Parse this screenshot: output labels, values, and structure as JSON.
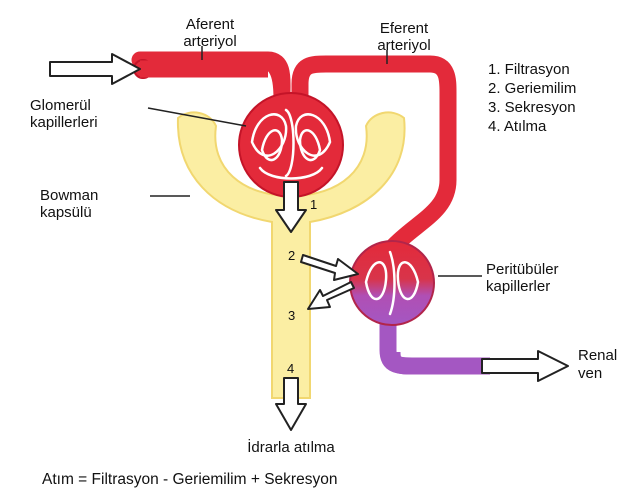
{
  "colors": {
    "background": "#ffffff",
    "blood": "#e32a3a",
    "blood_dark": "#c41428",
    "venous": "#a457c2",
    "capsule": "#fbeea3",
    "capsule_edge": "#f1d770",
    "arrow_fill": "#ffffff",
    "arrow_stroke": "#222222"
  },
  "labels": {
    "afferent_line1": "Aferent",
    "afferent_line2": "arteriyol",
    "efferent_line1": "Eferent",
    "efferent_line2": "arteriyol",
    "glomerul_line1": "Glomerül",
    "glomerul_line2": "kapillerleri",
    "bowman_line1": "Bowman",
    "bowman_line2": "kapsülü",
    "peritubular_line1": "Peritübüler",
    "peritubular_line2": "kapillerler",
    "renal_line1": "Renal",
    "renal_line2": "ven",
    "urine": "İdrarla atılma"
  },
  "legend": [
    "1. Filtrasyon",
    "2. Geriemilim",
    "3. Sekresyon",
    "4. Atılma"
  ],
  "step_numbers": [
    "1",
    "2",
    "3",
    "4"
  ],
  "formula": "Atım = Filtrasyon - Geriemilim + Sekresyon"
}
